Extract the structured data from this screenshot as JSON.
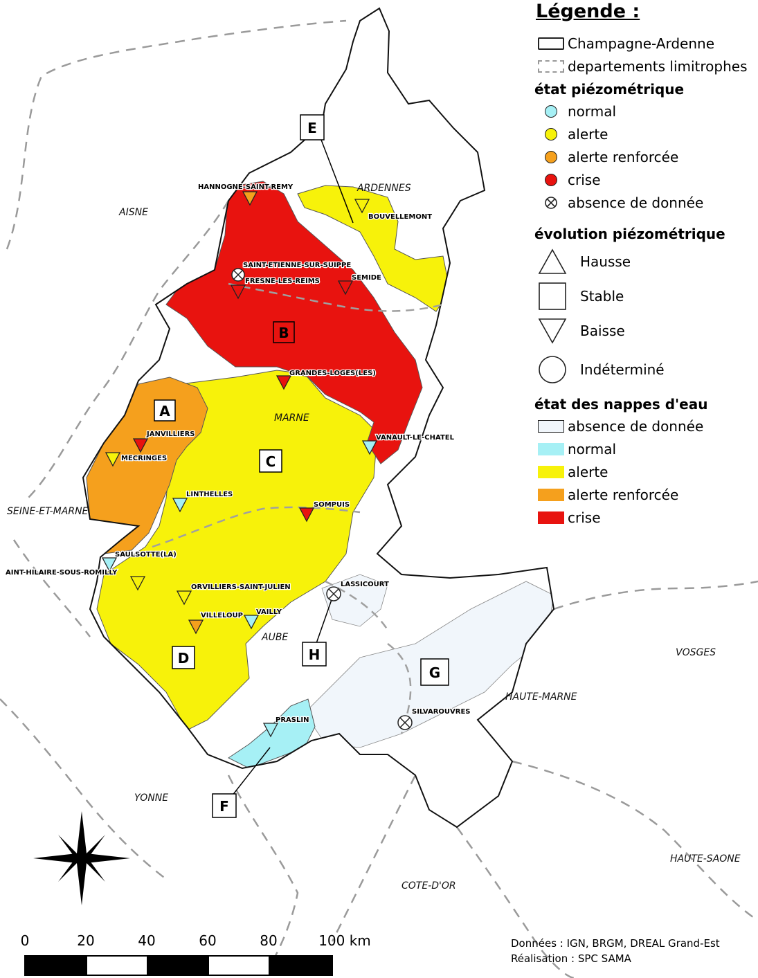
{
  "legend": {
    "title": "Légende :",
    "boundaries": [
      {
        "label": "Champagne-Ardenne"
      },
      {
        "label": "departements limitrophes"
      }
    ],
    "piezo_state_title": "état piézométrique",
    "piezo_states": [
      {
        "label": "normal",
        "color": "#a6f0f5"
      },
      {
        "label": "alerte",
        "color": "#f7f20a"
      },
      {
        "label": "alerte renforcée",
        "color": "#f5a01d"
      },
      {
        "label": "crise",
        "color": "#e8130f"
      },
      {
        "label": "absence de donnée",
        "icon": "crossed-circle-icon"
      }
    ],
    "evolution_title": "évolution piézométrique",
    "evolutions": [
      {
        "label": "Hausse",
        "icon": "triangle-up-icon"
      },
      {
        "label": "Stable",
        "icon": "square-icon"
      },
      {
        "label": "Baisse",
        "icon": "triangle-down-icon"
      },
      {
        "label": "Indéterminé",
        "icon": "circle-icon"
      }
    ],
    "aquifer_state_title": "état des nappes d'eau",
    "aquifer_states": [
      {
        "label": "absence de donnée",
        "color": "#f1f6fb"
      },
      {
        "label": "normal",
        "color": "#a6f0f5"
      },
      {
        "label": "alerte",
        "color": "#f7f20a"
      },
      {
        "label": "alerte renforcée",
        "color": "#f5a01d"
      },
      {
        "label": "crise",
        "color": "#e8130f"
      }
    ]
  },
  "departments": [
    "AISNE",
    "ARDENNES",
    "MARNE",
    "SEINE-ET-MARNE",
    "AUBE",
    "VOSGES",
    "HAUTE-MARNE",
    "YONNE",
    "HAUTE-SAONE",
    "COTE-D'OR"
  ],
  "zones": [
    "A",
    "B",
    "C",
    "D",
    "E",
    "F",
    "G",
    "H"
  ],
  "stations": [
    {
      "name": "HANNOGNE-SAINT-REMY",
      "state": "alerte renforcée",
      "trend": "baisse"
    },
    {
      "name": "BOUVELLEMONT",
      "state": "alerte",
      "trend": "baisse"
    },
    {
      "name": "SAINT-ETIENNE-SUR-SUIPPE",
      "state": "absence de donnée",
      "trend": "indéterminé"
    },
    {
      "name": "FRESNE-LES-REIMS",
      "state": "crise",
      "trend": "baisse"
    },
    {
      "name": "SEMIDE",
      "state": "crise",
      "trend": "baisse"
    },
    {
      "name": "GRANDES-LOGES(LES)",
      "state": "crise",
      "trend": "baisse"
    },
    {
      "name": "JANVILLIERS",
      "state": "crise",
      "trend": "baisse"
    },
    {
      "name": "MECRINGES",
      "state": "alerte",
      "trend": "baisse"
    },
    {
      "name": "VANAULT-LE-CHATEL",
      "state": "normal",
      "trend": "baisse"
    },
    {
      "name": "LINTHELLES",
      "state": "normal",
      "trend": "baisse"
    },
    {
      "name": "SOMPUIS",
      "state": "crise",
      "trend": "baisse"
    },
    {
      "name": "SAULSOTTE(LA)",
      "state": "normal",
      "trend": "baisse"
    },
    {
      "name": "AINT-HILAIRE-SOUS-ROMILLY",
      "state": "alerte",
      "trend": "baisse"
    },
    {
      "name": "ORVILLIERS-SAINT-JULIEN",
      "state": "alerte",
      "trend": "baisse"
    },
    {
      "name": "VILLELOUP",
      "state": "alerte renforcée",
      "trend": "baisse"
    },
    {
      "name": "VAILLY",
      "state": "normal",
      "trend": "baisse"
    },
    {
      "name": "LASSICOURT",
      "state": "absence de donnée",
      "trend": "indéterminé"
    },
    {
      "name": "PRASLIN",
      "state": "normal",
      "trend": "baisse"
    },
    {
      "name": "SILVAROUVRES",
      "state": "absence de donnée",
      "trend": "indéterminé"
    }
  ],
  "scale": {
    "ticks": [
      "0",
      "20",
      "40",
      "60",
      "80",
      "100 km"
    ]
  },
  "credits": {
    "line1": "Données : IGN, BRGM, DREAL Grand-Est",
    "line2": "Réalisation : SPC SAMA"
  }
}
